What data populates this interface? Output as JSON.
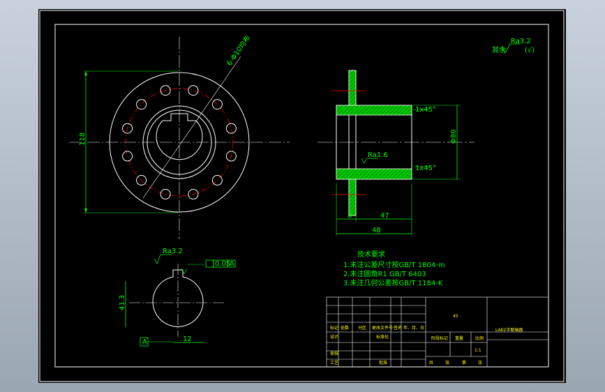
{
  "colors": {
    "border": "#ffffff",
    "hatch": "#00ff00",
    "dim": "#00ff00",
    "title_text": "#ffff00",
    "centerline": "#ff0000",
    "bolt_holes": "#ffffff"
  },
  "annotations": {
    "roughness_other": "其余",
    "roughness_value": "Ra3.2",
    "roughness_paren": "(√)",
    "hole_callout": "6-Φ10均布",
    "roughness_bore": "Ra1.6",
    "roughness_key": "Ra3.2",
    "tolerance_symmetry": "0.05",
    "tolerance_datum": "A",
    "datum_label": "A",
    "dim_keyway_depth": "41.3",
    "dim_keyway_width": "12",
    "dim_outer_height": "118",
    "dim_bore_right": "Φ80",
    "dim_chamfer_top": "1x45°",
    "dim_chamfer_bottom": "1x45°",
    "dim_length": "48",
    "dim_hub": "47",
    "dim_flange": "8"
  },
  "tech": {
    "title": "技术要求",
    "lines": [
      "1.未注公差尺寸按GB/T 1804-m",
      "2.未注圆角R1 GB/T 6403",
      "3.未注几何公差按GB/T 1184-K"
    ]
  },
  "title_block": {
    "material": "45",
    "part_name": "LAK2半联轴器",
    "headers": [
      "标记",
      "处数",
      "分区",
      "更改文件号",
      "签名",
      "年、月、日"
    ],
    "design": "设计",
    "standard": "标准化",
    "review": "审核",
    "process": "工艺",
    "approve": "批准",
    "stage_mark": "阶段标记",
    "weight": "重量",
    "scale": "比例",
    "scale_value": "1:1",
    "sheet_total": "共",
    "sheet_zhang": "张",
    "sheet_di": "第",
    "sheet_zhang2": "张"
  }
}
